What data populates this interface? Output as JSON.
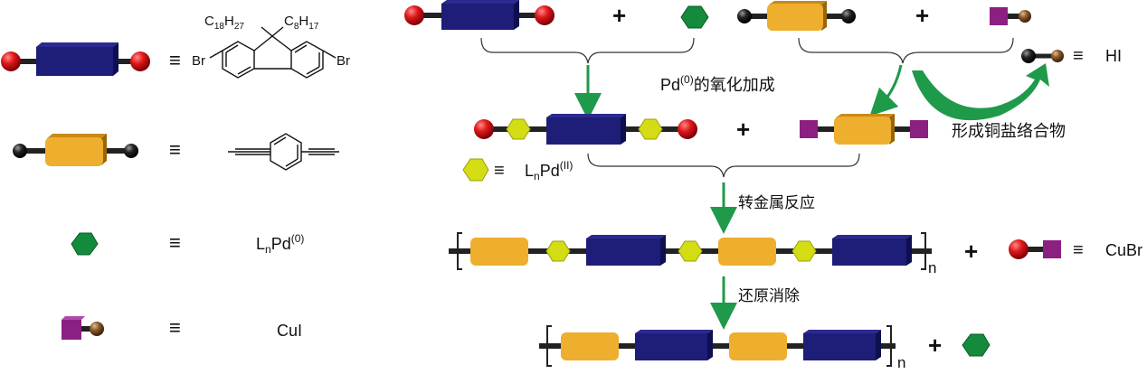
{
  "legend": {
    "fluorene": {
      "substituent_left": "C",
      "sub_left_sub": "18",
      "sub_left_h": "H",
      "sub_left_hsub": "27",
      "substituent_right": "C",
      "sub_right_sub": "8",
      "sub_right_h": "H",
      "sub_right_hsub": "17",
      "br_left": "Br",
      "br_right": "Br"
    },
    "catalyst": {
      "L": "L",
      "n": "n",
      "Pd": "Pd",
      "ox": "(0)"
    },
    "copper_iodide": "CuI"
  },
  "equiv_symbol": "≡",
  "plus": "+",
  "steps": {
    "oxidative_addition": {
      "Pd": "Pd",
      "ox": "(0)",
      "text": "的氧化加成"
    },
    "copper_complex": "形成铜盐络合物",
    "transmetalation": "转金属反应",
    "reductive_elimination": "还原消除"
  },
  "labels": {
    "HI": "HI",
    "CuBr": "CuBr",
    "pd2": {
      "L": "L",
      "n": "n",
      "Pd": "Pd",
      "ox": "(II)"
    },
    "n_subscript": "n"
  },
  "colors": {
    "navy": "#1e1e78",
    "orange": "#eeae2e",
    "red_ball": "#d0101a",
    "black_ball": "#111111",
    "green_hex": "#138a3c",
    "yellow_hex": "#d4dc14",
    "purple_sq": "#8c1f82",
    "brown_ball": "#8a5a2a",
    "arrow_green": "#1f9a4a"
  }
}
